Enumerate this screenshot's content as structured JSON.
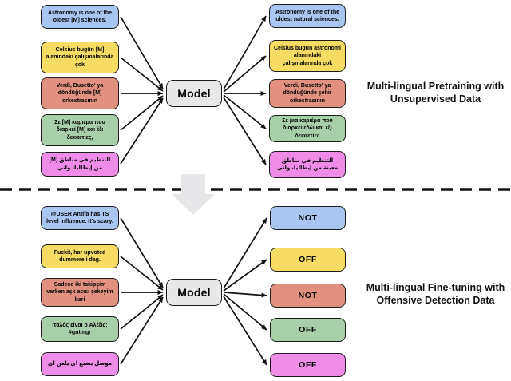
{
  "top": {
    "title": "Multi-lingual Pretraining with Unsupervised Data",
    "model_label": "Model",
    "inputs": [
      {
        "text": "Astronomy is one of the oldest [M] sciences.",
        "color": "#a8c6f0"
      },
      {
        "text": "Celsius bugün [M] alanındaki çalışmalarında çok",
        "color": "#f6dc62"
      },
      {
        "text": "Verdi, Busetto' ya döndüğünde [M] orkestrasının",
        "color": "#e29181"
      },
      {
        "text": "Σε [M] καριέρα που διαρκεί [M] και έξι δεκαετίες,",
        "color": "#a8d0a8"
      },
      {
        "text": "التنظيم في مناطق [M] من إيطاليا، واتي",
        "color": "#ee8ce8"
      }
    ],
    "outputs": [
      {
        "text": "Astronomy is one of the oldest natural sciences.",
        "color": "#a8c6f0"
      },
      {
        "text": "Celsius bugün astronomi alanındaki çalışmalarında çok",
        "color": "#f6dc62"
      },
      {
        "text": "Verdi, Busetto' ya döndüğünde şehir orkestrasının",
        "color": "#e29181"
      },
      {
        "text": "Σε μια καριέρα που διαρκεί εδώ και έξι δεκαετίες",
        "color": "#a8d0a8"
      },
      {
        "text": "التنظيم في مناطق معينة من إيطاليا، واتي",
        "color": "#ee8ce8"
      }
    ]
  },
  "bottom": {
    "title": "Multi-lingual Fine-tuning with Offensive Detection Data",
    "model_label": "Model",
    "inputs": [
      {
        "text": "@USER Antifa has TS level influence. It's scary.",
        "color": "#a8c6f0"
      },
      {
        "text": "Fuckit, har upvoted dummere i dag.",
        "color": "#f6dc62"
      },
      {
        "text": "Sadece iki takipçim varken aşk acısı çekeyim bari",
        "color": "#e29181"
      },
      {
        "text": "Ιταλός είναι ο Αλέξις; #gntmgr",
        "color": "#a8d0a8"
      },
      {
        "text": "موصل يضبع اي يلعن اي",
        "color": "#ee8ce8"
      }
    ],
    "outputs": [
      {
        "text": "NOT",
        "color": "#a8c6f0"
      },
      {
        "text": "OFF",
        "color": "#f6dc62"
      },
      {
        "text": "NOT",
        "color": "#e29181"
      },
      {
        "text": "OFF",
        "color": "#a8d0a8"
      },
      {
        "text": "OFF",
        "color": "#ee8ce8"
      }
    ]
  },
  "colors": {
    "blue": "#a8c6f0",
    "yellow": "#f6dc62",
    "salmon": "#e29181",
    "green": "#a8d0a8",
    "magenta": "#ee8ce8",
    "model_gray": "#e8e8e8",
    "phase_arrow_gray": "#e7e7ea",
    "line_black": "#111111"
  }
}
